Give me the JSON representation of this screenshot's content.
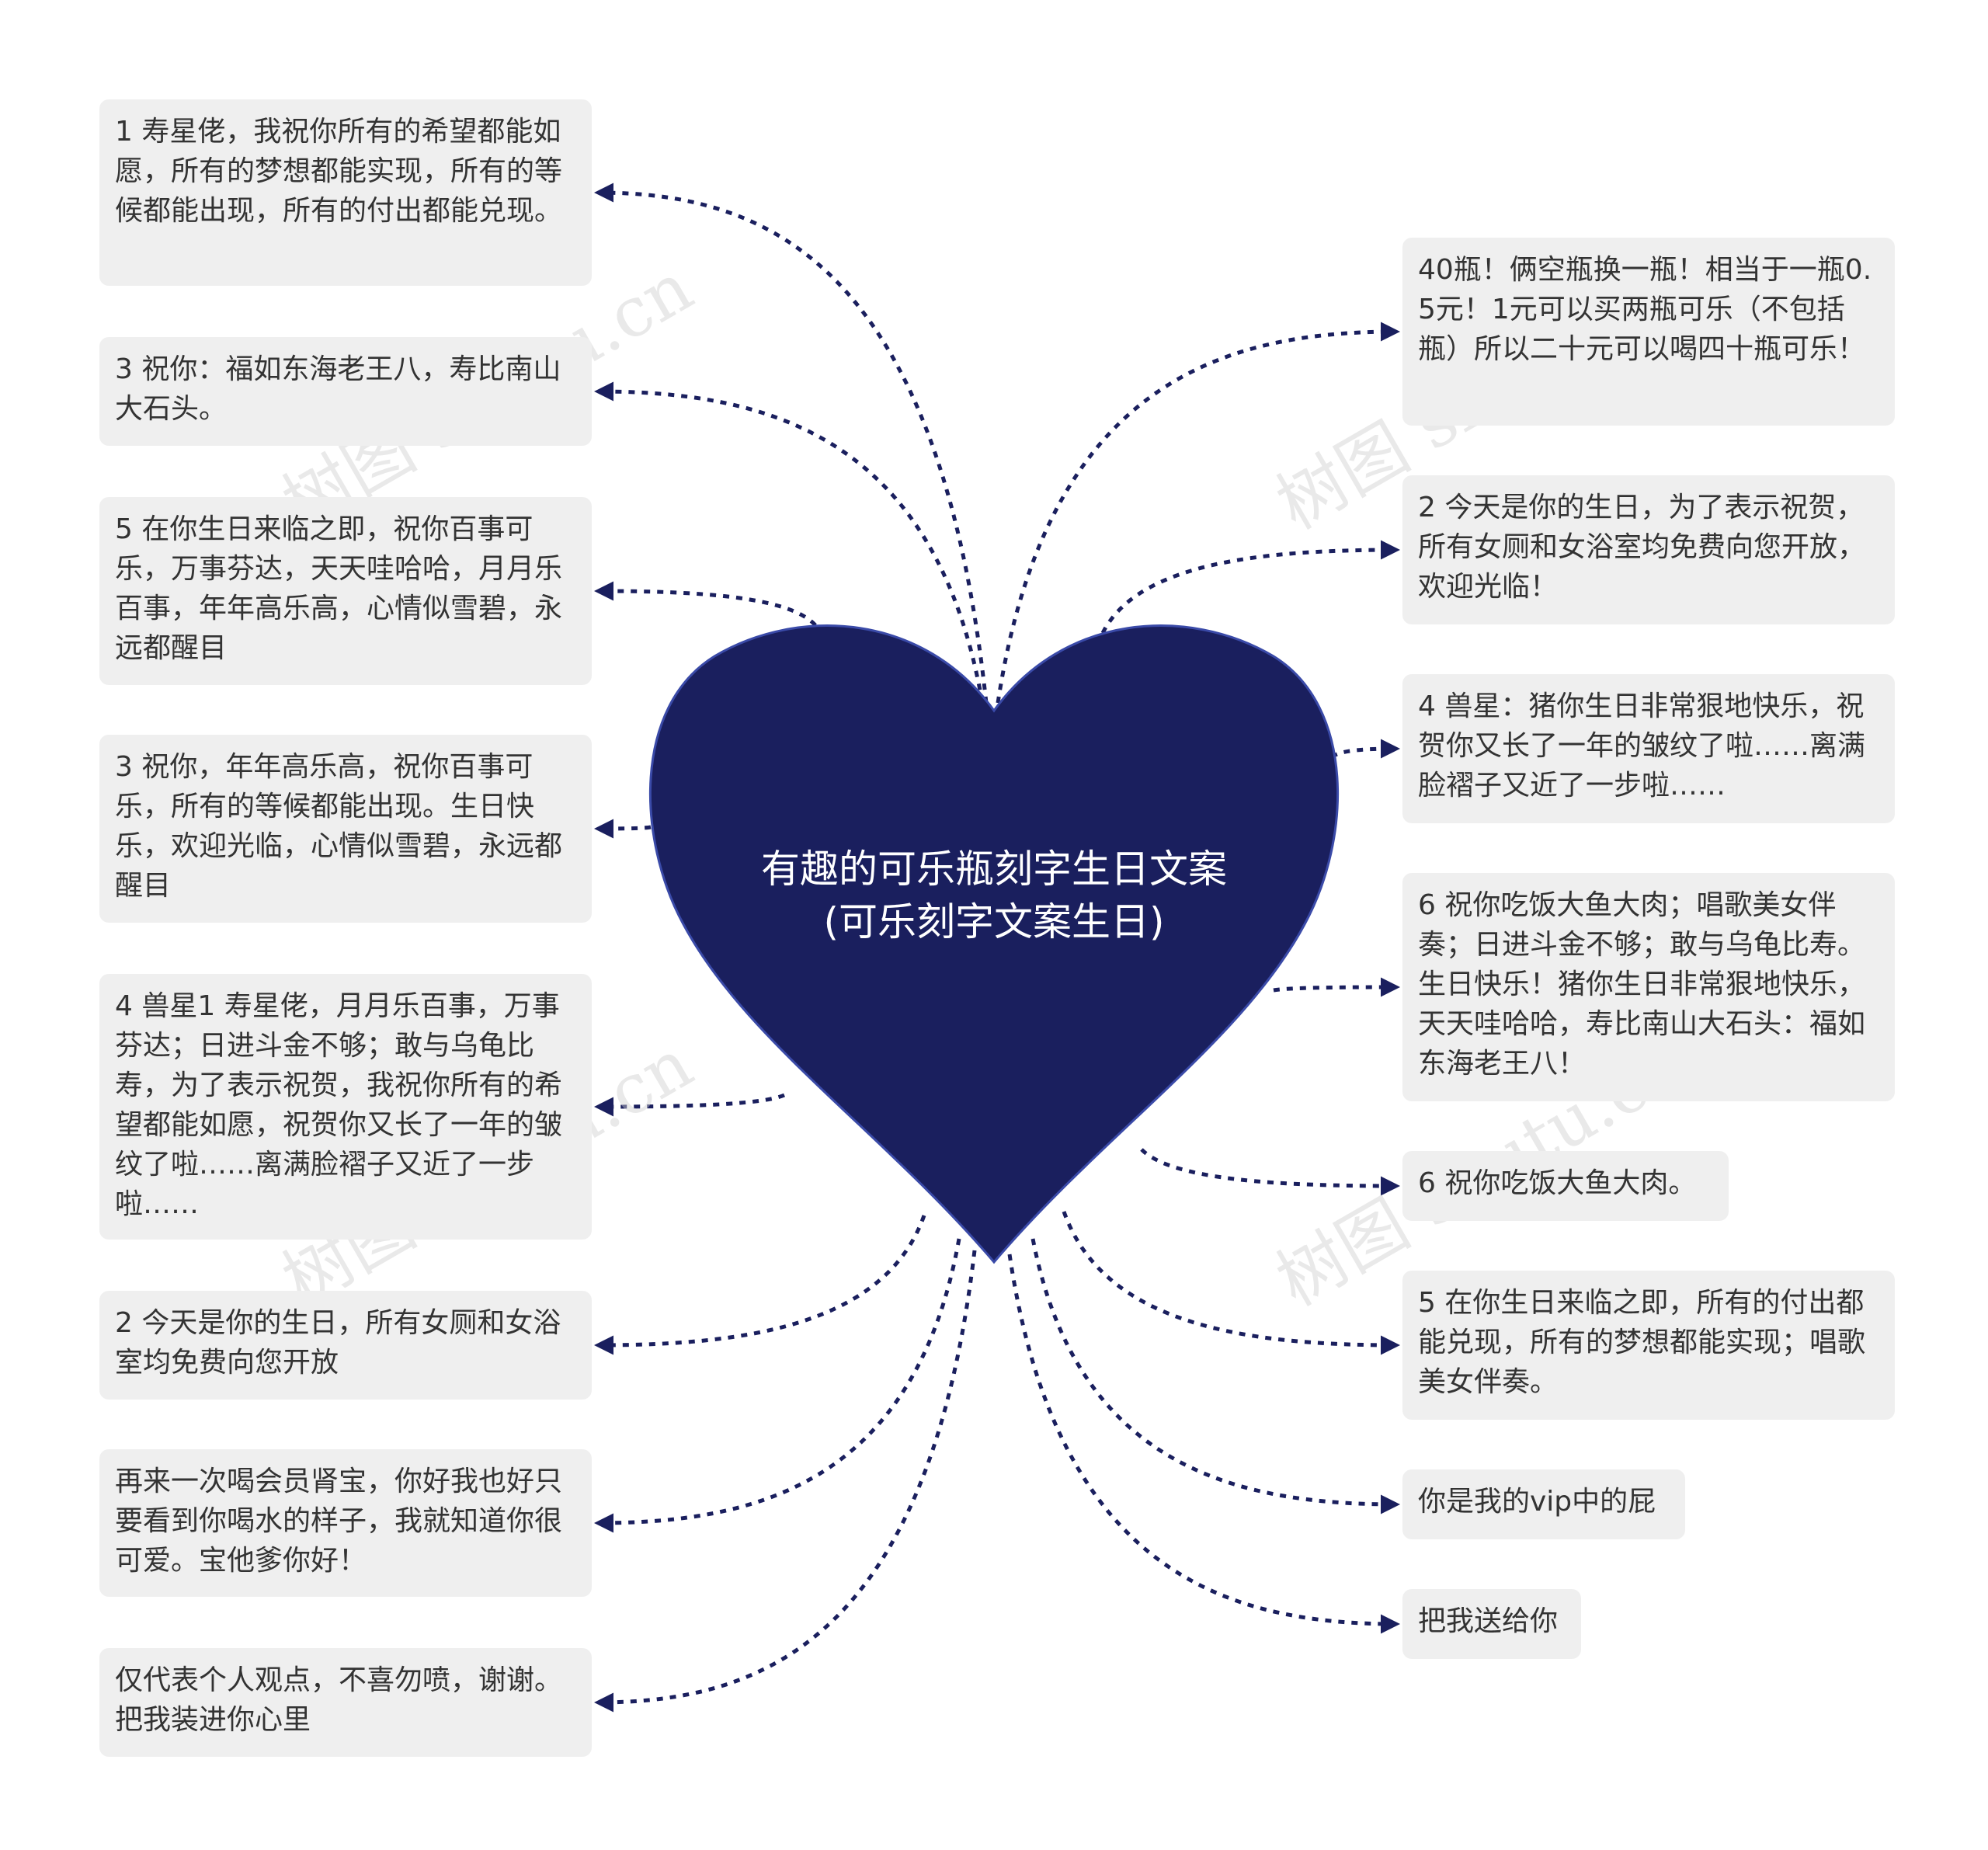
{
  "center": {
    "title": "有趣的可乐瓶刻字生日文案(可乐刻字文案生日)",
    "color": "#1a1f5e"
  },
  "connector_color": "#1a1f5e",
  "watermark": "树图 shutu.cn",
  "left_nodes": [
    {
      "text": "1 寿星佬，我祝你所有的希望都能如愿，所有的梦想都能实现，所有的等候都能出现，所有的付出都能兑现。"
    },
    {
      "text": "3 祝你：福如东海老王八，寿比南山大石头。"
    },
    {
      "text": "5 在你生日来临之即，祝你百事可乐，万事芬达，天天哇哈哈，月月乐百事，年年高乐高，心情似雪碧，永远都醒目"
    },
    {
      "text": "3 祝你，年年高乐高，祝你百事可乐，所有的等候都能出现。生日快乐，欢迎光临，心情似雪碧，永远都醒目"
    },
    {
      "text": "4 兽星1 寿星佬，月月乐百事，万事芬达；日进斗金不够；敢与乌龟比寿，为了表示祝贺，我祝你所有的希望都能如愿，祝贺你又长了一年的皱纹了啦……离满脸褶子又近了一步啦……"
    },
    {
      "text": "2 今天是你的生日，所有女厕和女浴室均免费向您开放"
    },
    {
      "text": "再来一次喝会员肾宝，你好我也好只要看到你喝水的样子，我就知道你很可爱。宝他爹你好！"
    },
    {
      "text": "仅代表个人观点，不喜勿喷，谢谢。把我装进你心里"
    }
  ],
  "right_nodes": [
    {
      "text": "40瓶！俩空瓶换一瓶！相当于一瓶0.5元！1元可以买两瓶可乐（不包括瓶）所以二十元可以喝四十瓶可乐！"
    },
    {
      "text": "2 今天是你的生日，为了表示祝贺，所有女厕和女浴室均免费向您开放，欢迎光临！"
    },
    {
      "text": "4 兽星：猪你生日非常狠地快乐，祝贺你又长了一年的皱纹了啦……离满脸褶子又近了一步啦……"
    },
    {
      "text": "6 祝你吃饭大鱼大肉；唱歌美女伴奏；日进斗金不够；敢与乌龟比寿。生日快乐！猪你生日非常狠地快乐，天天哇哈哈，寿比南山大石头：福如东海老王八！"
    },
    {
      "text": "6 祝你吃饭大鱼大肉。"
    },
    {
      "text": "5 在你生日来临之即，所有的付出都能兑现，所有的梦想都能实现；唱歌美女伴奏。"
    },
    {
      "text": "你是我的vip中的屁"
    },
    {
      "text": "把我送给你"
    }
  ]
}
